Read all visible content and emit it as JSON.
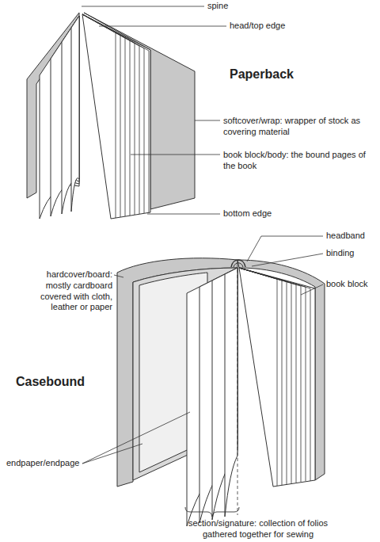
{
  "diagram": {
    "labels": [
      "spine",
      "head/top edge",
      "Paperback",
      "softcover/wrap: wrapper of stock as covering material",
      "book block/body: the bound pages of the book",
      "bottom edge",
      "headband",
      "binding",
      "hardcover/board: mostly cardboard covered with cloth, leather or paper",
      "book block",
      "Casebound",
      "endpaper/endpage",
      "section/signature: collection of folios gathered together for sewing"
    ]
  }
}
